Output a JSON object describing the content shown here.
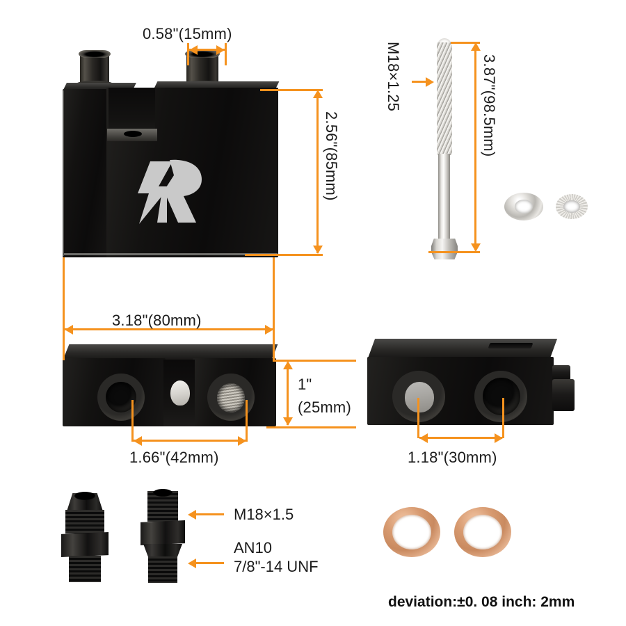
{
  "product": {
    "name": "oil-filter-sandwich-adapter-kit",
    "brand_logo": "LR"
  },
  "colors": {
    "accent": "#F5921E",
    "text": "#1b1b1b",
    "body_black": "#111111",
    "logo_gray": "#c9c9c9",
    "copper": "#cd8c62",
    "steel": "#d8d6d1",
    "background": "#ffffff"
  },
  "dimensions": {
    "port_width": "0.58\"(15mm)",
    "block_height": "2.56\"(85mm)",
    "block_length": "3.18\"(80mm)",
    "block_depth_line1": "1\"",
    "block_depth_line2": "(25mm)",
    "front_port_spacing": "1.66\"(42mm)",
    "rear_port_spacing": "1.18\"(30mm)",
    "bolt_thread": "M18×1.25",
    "bolt_length": "3.87\"(98.5mm)"
  },
  "callouts": {
    "fitting_metric_thread": "M18×1.5",
    "fitting_an_line1": "AN10",
    "fitting_an_line2": "7/8\"-14 UNF"
  },
  "footer": {
    "deviation_note": "deviation:±0. 08 inch: 2mm"
  },
  "parts": {
    "main_block": "adapter-block-side-view",
    "front_block": "adapter-block-front-view",
    "rear_block": "adapter-block-rear-view",
    "bolt": "m18-center-bolt",
    "flat_washer": "flat-washer",
    "split_washer": "split-lock-washer",
    "an_fitting_left": "an10-fitting",
    "an_fitting_right": "m18-to-an10-fitting",
    "copper_washer_1": "copper-crush-washer",
    "copper_washer_2": "copper-crush-washer"
  }
}
